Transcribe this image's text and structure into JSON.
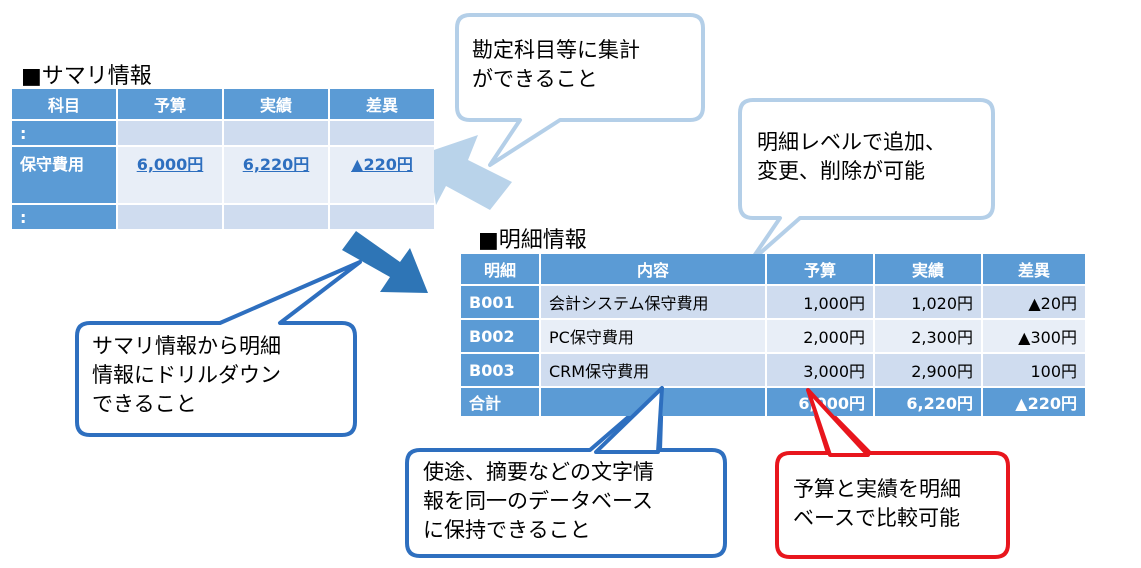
{
  "summary": {
    "title": "■サマリ情報",
    "headers": [
      "科目",
      "予算",
      "実績",
      "差異"
    ],
    "rows": [
      {
        "subject": ":",
        "budget": "",
        "actual": "",
        "diff": ""
      },
      {
        "subject": "保守費用",
        "budget": "6,000円",
        "actual": "6,220円",
        "diff": "▲220円"
      },
      {
        "subject": ":",
        "budget": "",
        "actual": "",
        "diff": ""
      }
    ]
  },
  "detail": {
    "title": "■明細情報",
    "headers": [
      "明細",
      "内容",
      "予算",
      "実績",
      "差異"
    ],
    "rows": [
      {
        "id": "B001",
        "content": "会計システム保守費用",
        "budget": "1,000円",
        "actual": "1,020円",
        "diff": "▲20円"
      },
      {
        "id": "B002",
        "content": "PC保守費用",
        "budget": "2,000円",
        "actual": "2,300円",
        "diff": "▲300円"
      },
      {
        "id": "B003",
        "content": "CRM保守費用",
        "budget": "3,000円",
        "actual": "2,900円",
        "diff": "100円"
      }
    ],
    "total": {
      "label": "合計",
      "content": "",
      "budget": "6,000円",
      "actual": "6,220円",
      "diff": "▲220円"
    }
  },
  "callouts": {
    "aggregate": {
      "line1": "勘定科目等に集計",
      "line2": "ができること"
    },
    "edit": {
      "line1": "明細レベルで追加、",
      "line2": "変更、削除が可能"
    },
    "drilldown": {
      "line1": "サマリ情報から明細",
      "line2": "情報にドリルダウン",
      "line3": "できること"
    },
    "text_store": {
      "line1": "使途、摘要などの文字情",
      "line2": "報を同一のデータベース",
      "line3": "に保持できること"
    },
    "compare": {
      "line1": "予算と実績を明細",
      "line2": "ベースで比較可能"
    }
  },
  "colors": {
    "header_blue": "#5b9bd5",
    "row_dark": "#cfdcef",
    "row_light": "#e8eef7",
    "link_blue": "#2e6fbf",
    "callout_light_border": "#b4cfe8",
    "callout_dark_border": "#2e6fbf",
    "callout_red_border": "#e8161d",
    "arrow_light": "#b9d3ea",
    "arrow_dark": "#2e75b6"
  }
}
